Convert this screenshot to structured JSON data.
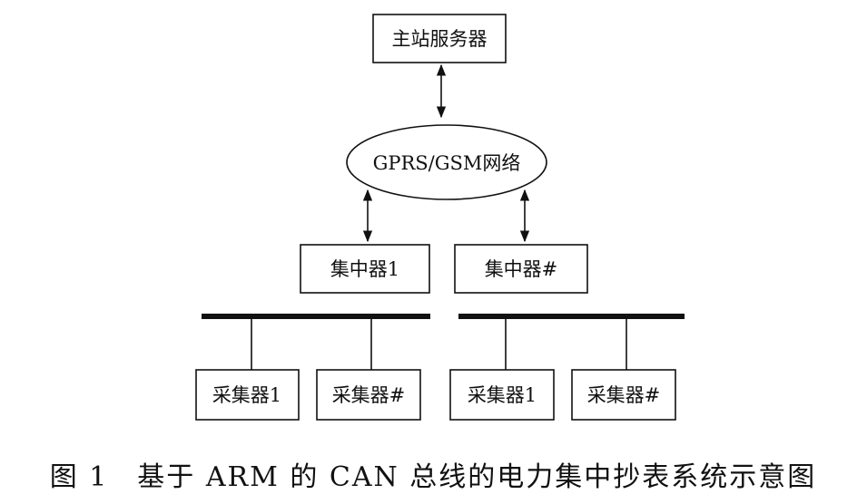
{
  "nodes": {
    "server": "主站服务器",
    "network": "GPRS/GSM网络",
    "concentrator_1": "集中器1",
    "concentrator_n": "集中器#",
    "collector_1a": "采集器1",
    "collector_na": "采集器#",
    "collector_1b": "采集器1",
    "collector_nb": "采集器#"
  },
  "caption": "图 1　基于 ARM 的 CAN 总线的电力集中抄表系统示意图"
}
